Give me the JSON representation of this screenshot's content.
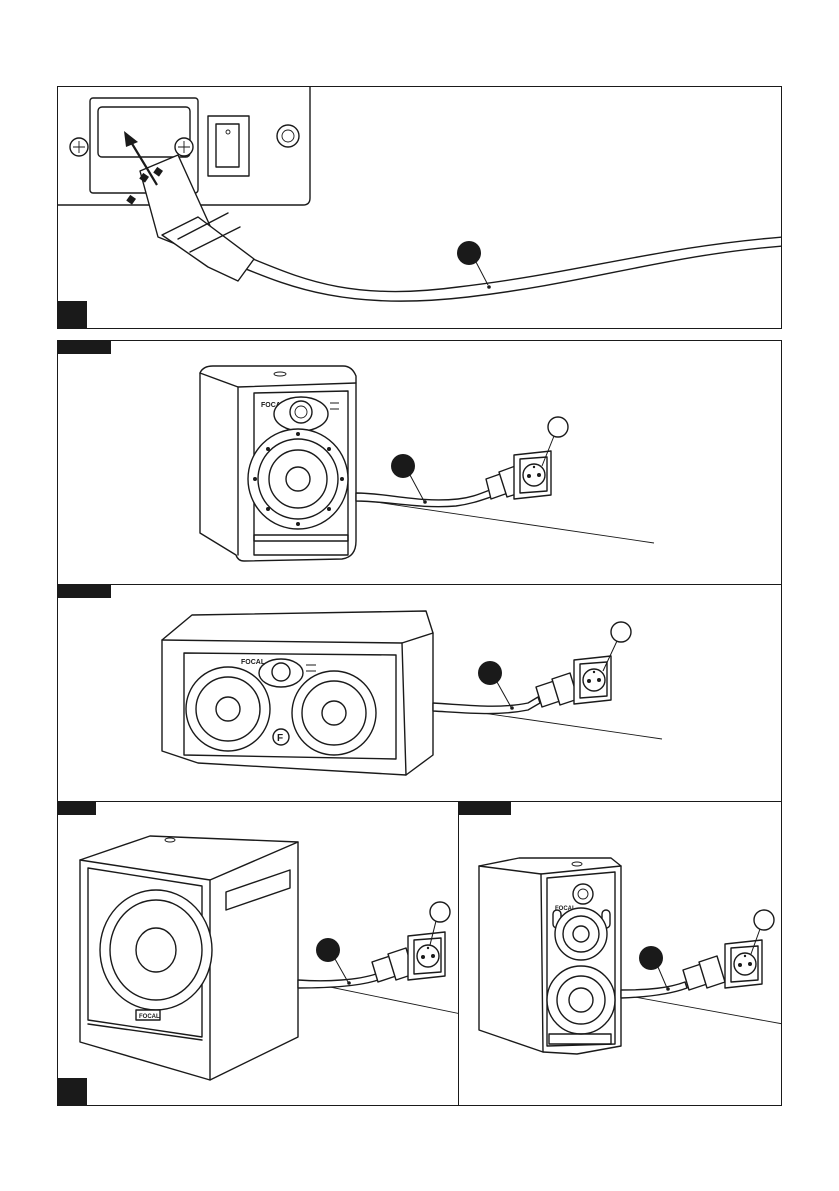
{
  "figure": {
    "brand_logo": "FOCAL",
    "icons": [
      "iec-power-socket",
      "power-switch",
      "power-plug",
      "wall-outlet",
      "studio-monitor-speaker",
      "center-speaker",
      "subwoofer",
      "three-way-monitor"
    ],
    "callout_marker_color": "#1a1a1a",
    "line_color": "#1a1a1a"
  }
}
